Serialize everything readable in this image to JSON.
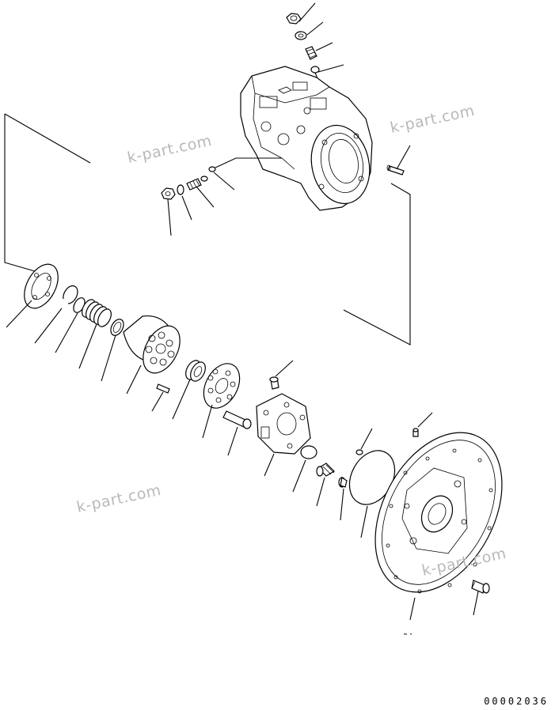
{
  "watermarks": [
    "k-part.com",
    "k-part.com",
    "k-part.com",
    "k-part.com"
  ],
  "drawing_code": "00002036",
  "parts": [
    "nut-top",
    "washer-top",
    "plug-top",
    "ball-top",
    "pump-case",
    "pin-right",
    "nut-left",
    "washer-left",
    "adjust-screw",
    "oring-case",
    "retainer-plate",
    "snap-ring",
    "ring",
    "spring",
    "washer-ring",
    "cylinder-block",
    "pin-block",
    "bearing-race",
    "valve-plate-disc",
    "bolt-upper",
    "pin-sleeve",
    "valve-plate",
    "ball-disc",
    "oring-large",
    "oring-small",
    "union-plug",
    "plug-small",
    "end-cover",
    "bolt-cover",
    "plug-cover"
  ]
}
